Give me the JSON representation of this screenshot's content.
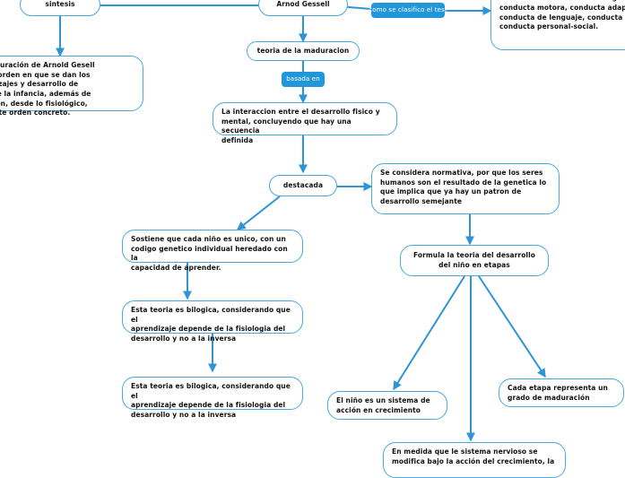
{
  "diagram": {
    "title": "Arnod Gessell - teoria de la maduracion",
    "accent_color": "#4aa8e0",
    "label_color": "#2196d8",
    "node_fill": "#ffffff",
    "text_color": "#111111",
    "background": "#ffffff"
  },
  "nodes": {
    "sintesis": "sintesis",
    "root": "Arnod Gessell",
    "teoria": "teoria de la maduracion",
    "left_summary": "a de la maduración de Arnold Gesell\n explicar el orden en que se dan los\nles aprendizajes y desarrollo de\ndes durante la infancia, además de\na explicación, desde lo fisiológico,\nué se da este orden concreto.",
    "right_test": "colaboradores. La escala se emplea p\ndeterminar el nivel de desarrollo de l\nconducta de un niño en las siguiente\nconducta motora, conducta adaptati\nconducta de lenguaje, conducta emo\nconducta personal-social.",
    "interaccion": "La interaccion entre el desarrollo fisico y\nmental, concluyendo que hay una secuencia\ndefinida",
    "destacada": "destacada",
    "normativa": "Se considera normativa, por que los seres\nhumanos son el resultado de la genetica lo\nque implica que ya hay un patron de\ndesarrollo semejante",
    "unico": "Sostiene que cada niño es unico, con un\ncodigo genetico individual heredado con la\ncapacidad de aprender.",
    "bilogica_1": "Esta teoria es bilogica, considerando que el\naprendizaje depende de la fisiologia del\ndesarrollo y no a la inversa",
    "bilogica_2": "Esta teoria es bilogica, considerando que el\naprendizaje depende de la fisiologia del\ndesarrollo y no a la inversa",
    "formula": "Formula la teoria del desarrollo\ndel niño en etapas",
    "sistema_accion": "El niño es un sistema de\nacción en crecimiento",
    "cada_etapa": "Cada etapa representa un\ngrado de maduración",
    "sistema_nervioso": "En medida que le sistema nervioso se\nmodifica bajo la acción del crecimiento, la"
  },
  "edge_labels": {
    "basada_en": "basada en",
    "como_se_clasifico": "como se clasifico el test"
  }
}
